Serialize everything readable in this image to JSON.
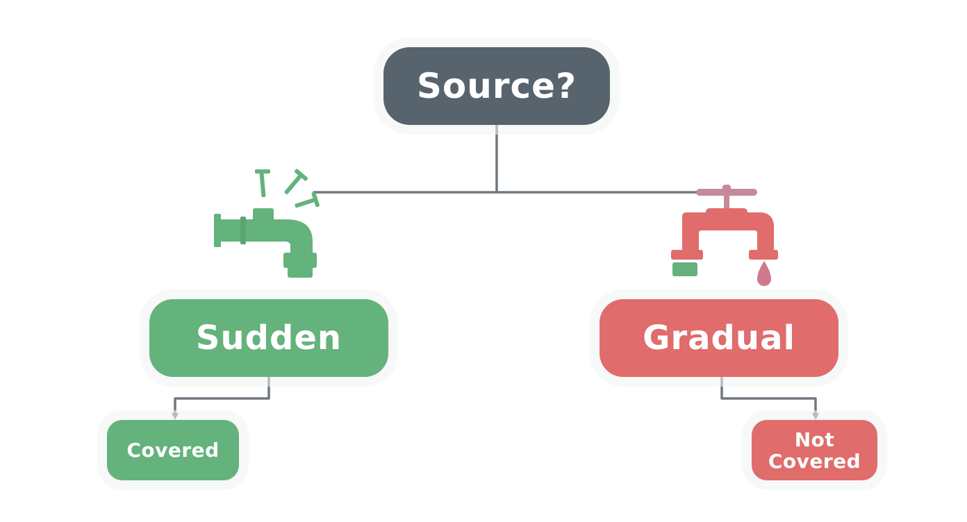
{
  "colors": {
    "question": "#57636d",
    "sudden": "#64b27c",
    "gradual": "#e06c6c",
    "connector": "#6f7880",
    "handle": "#c48a9a",
    "drop": "#d2788c",
    "nozzle": "#66b07f"
  },
  "nodes": {
    "question": {
      "label": "Source?"
    },
    "sudden": {
      "label": "Sudden"
    },
    "gradual": {
      "label": "Gradual"
    },
    "covered": {
      "label": "Covered"
    },
    "not_covered": {
      "label": "Not Covered"
    }
  },
  "icons": {
    "sudden": "burst-pipe-icon",
    "gradual": "dripping-faucet-icon"
  }
}
